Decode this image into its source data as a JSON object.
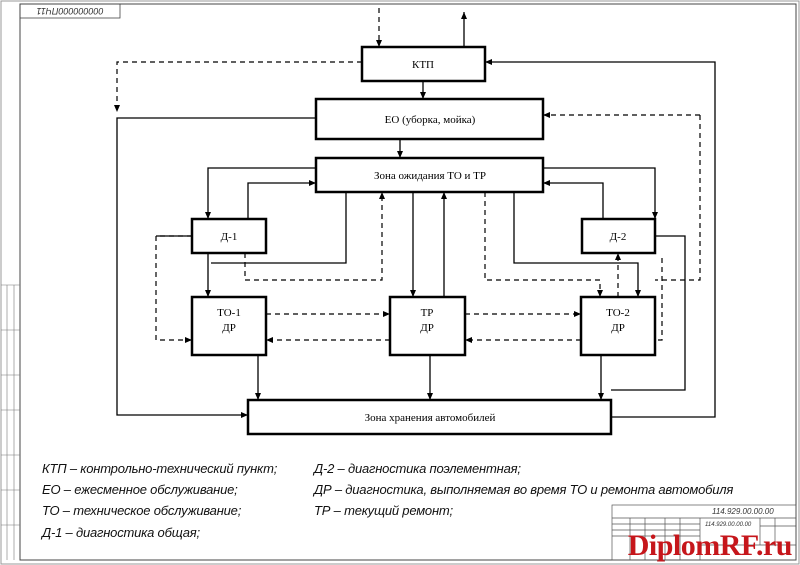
{
  "sheet": {
    "code_rotated": "000000000ПЧ11",
    "stamp_code_top": "114.929.00.00.00",
    "stamp_code_small": "114.929.00.00.00"
  },
  "boxes": {
    "ktp": "КТП",
    "eo": "ЕО (уборка, мойка)",
    "waiting": "Зона ожидания ТО и ТР",
    "d1": "Д-1",
    "d2": "Д-2",
    "to1_line1": "ТО-1",
    "to1_line2": "ДР",
    "tr_line1": "ТР",
    "tr_line2": "ДР",
    "to2_line1": "ТО-2",
    "to2_line2": "ДР",
    "storage": "Зона хранения автомобилей"
  },
  "legend": {
    "l1a": "КТП – контрольно-технический пункт;",
    "l1b": "Д-2 – диагностика поэлементная;",
    "l2a": "ЕО – ежесменное обслуживание;",
    "l2b": "ДР – диагностика, выполняемая   во время  ТО  и ремонта автомобиля",
    "l3a": "ТО – техническое обслуживание;",
    "l3b": "ТР – текущий ремонт;",
    "l4a": "Д-1 – диагностика общая;"
  },
  "watermark": "DiplomRF.ru",
  "colors": {
    "line": "#000000",
    "watermark": "#c6161b",
    "frame": "#444444"
  }
}
